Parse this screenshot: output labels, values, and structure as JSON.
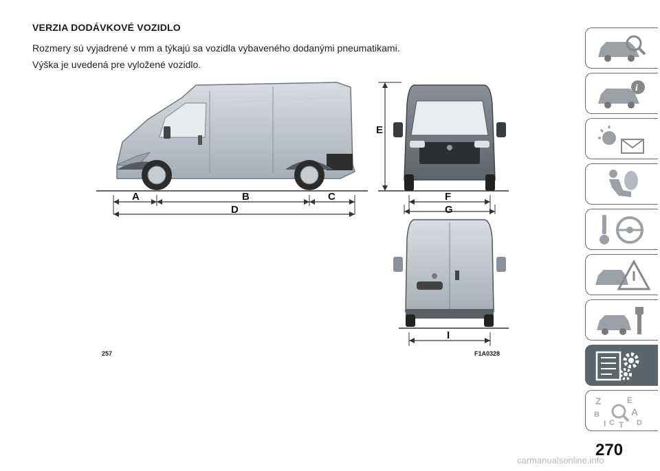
{
  "page": {
    "heading": "VERZIA DODÁVKOVÉ VOZIDLO",
    "paragraph1": "Rozmery sú vyjadrené v mm a týkajú sa vozidla vybaveného dodanými pneumatikami.",
    "paragraph2": "Výška je uvedená pre vyložené vozidlo.",
    "page_number": "270",
    "watermark": "carmanualsonline.info"
  },
  "figure": {
    "number": "257",
    "code": "F1A0328",
    "dimension_labels": {
      "a": "A",
      "b": "B",
      "c": "C",
      "d": "D",
      "e": "E",
      "f": "F",
      "g": "G",
      "i": "I"
    }
  },
  "side_tabs": [
    {
      "icon": "car-search-icon",
      "active": false
    },
    {
      "icon": "car-info-icon",
      "active": false
    },
    {
      "icon": "warning-light-mail-icon",
      "active": false
    },
    {
      "icon": "airbag-seat-icon",
      "active": false
    },
    {
      "icon": "steering-key-icon",
      "active": false
    },
    {
      "icon": "car-warning-triangle-icon",
      "active": false
    },
    {
      "icon": "car-wrench-icon",
      "active": false
    },
    {
      "icon": "specs-gears-icon",
      "active": true
    },
    {
      "icon": "alphabet-index-icon",
      "active": false
    }
  ],
  "colors": {
    "active_tab": "#5b666c",
    "tab_border": "#6b6b6b",
    "van_body": "#b9bfc6"
  }
}
